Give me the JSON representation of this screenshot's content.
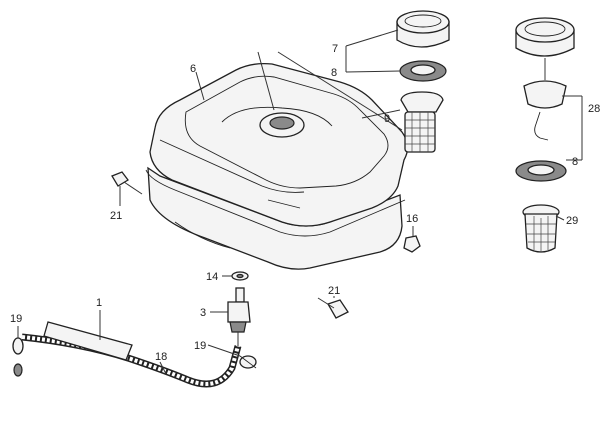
{
  "callouts": {
    "fuel_tank": "6",
    "tank_cap": "7",
    "cap_gasket": "8",
    "fuel_filter": "9",
    "cap_assy": "28",
    "cap_gasket_alt": "8",
    "filter_alt": "29",
    "bolt_left": "21",
    "bolt_bottom": "21",
    "nut_right": "16",
    "washer": "14",
    "fuel_cock": "3",
    "tube_clip_cock": "19",
    "fuel_tube": "1",
    "tube_lower": "18",
    "tube_clip_left": "19"
  }
}
